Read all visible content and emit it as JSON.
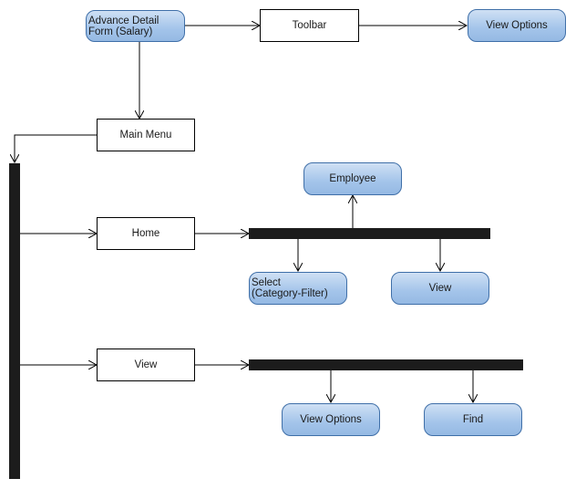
{
  "diagram": {
    "nodes": {
      "advance_form": "Advance Detail Form (Salary)",
      "toolbar": "Toolbar",
      "view_options_top": "View Options",
      "main_menu": "Main Menu",
      "employee": "Employee",
      "home": "Home",
      "select_category": "Select (Category-Filter)",
      "view_home": "View",
      "view_menu": "View",
      "view_options_bottom": "View Options",
      "find": "Find"
    }
  }
}
